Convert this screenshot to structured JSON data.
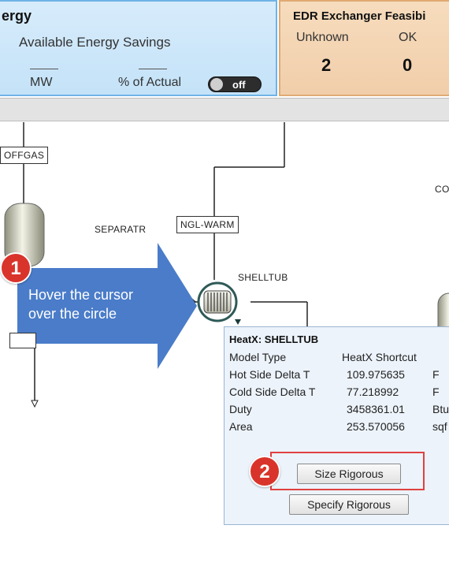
{
  "energy": {
    "title": "ergy",
    "subtitle": "Available Energy Savings",
    "unit_mw": "MW",
    "unit_pct": "% of Actual",
    "toggle_label": "off"
  },
  "edr": {
    "title": "EDR Exchanger Feasibi",
    "columns": [
      {
        "label": "Unknown",
        "value": "2"
      },
      {
        "label": "OK",
        "value": "0"
      }
    ]
  },
  "flowsheet": {
    "streams": {
      "offgas": "OFFGAS",
      "nglwarm": "NGL-WARM"
    },
    "blocks": {
      "separatr": "SEPARATR",
      "shelltub": "SHELLTUB",
      "co": "CO"
    }
  },
  "callout": {
    "step1": "1",
    "line1": "Hover the cursor",
    "line2": "over the circle",
    "step2": "2"
  },
  "tooltip": {
    "header": "HeatX: SHELLTUB",
    "rows": [
      {
        "label": "Model Type",
        "value": "HeatX Shortcut",
        "unit": ""
      },
      {
        "label": "Hot Side Delta T",
        "value": "109.975635",
        "unit": "F"
      },
      {
        "label": "Cold Side Delta T",
        "value": "77.218992",
        "unit": "F"
      },
      {
        "label": "Duty",
        "value": "3458361.01",
        "unit": "Btu"
      },
      {
        "label": "Area",
        "value": "253.570056",
        "unit": "sqf"
      }
    ],
    "size_rigorous": "Size Rigorous",
    "specify_rigorous": "Specify Rigorous"
  },
  "colors": {
    "energy_bg": "#c4e2f8",
    "edr_bg": "#f1ceaa",
    "callout_arrow": "#4a7cc9",
    "badge": "#d9342b",
    "highlight": "#e04040"
  }
}
